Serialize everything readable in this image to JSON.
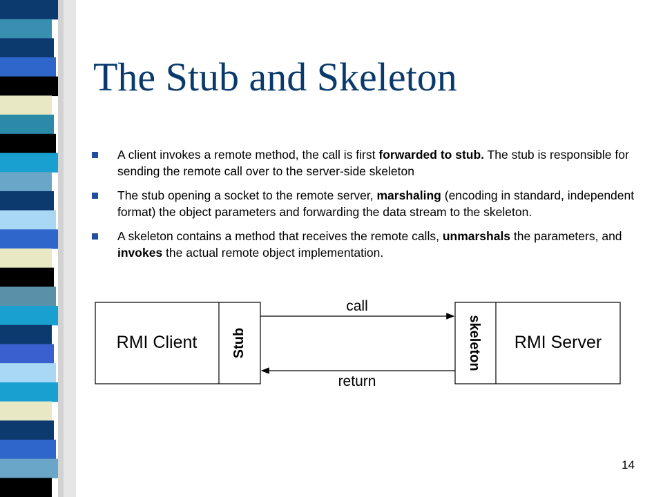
{
  "slide": {
    "title": "The Stub and Skeleton",
    "page_number": "14",
    "accent": "#1f4fa0",
    "title_color": "#0a3a6b"
  },
  "bullets": [
    [
      {
        "t": "A client invokes a remote method, the call is first "
      },
      {
        "t": "forwarded to stub.",
        "b": true
      },
      {
        "t": " The stub is responsible for sending the remote call over to the server-side skeleton"
      }
    ],
    [
      {
        "t": "The stub opening a socket to the remote server, "
      },
      {
        "t": "marshaling",
        "b": true
      },
      {
        "t": " (encoding in standard, independent format) the object parameters and forwarding the data stream to the skeleton."
      }
    ],
    [
      {
        "t": "A skeleton contains a method that receives the remote calls, "
      },
      {
        "t": "unmarshals",
        "b": true
      },
      {
        "t": " the parameters, and "
      },
      {
        "t": "invokes",
        "b": true
      },
      {
        "t": " the actual remote object implementation."
      }
    ]
  ],
  "diagram": {
    "client_label": "RMI Client",
    "stub_label": "Stub",
    "skeleton_label": "skeleton",
    "server_label": "RMI Server",
    "call_label": "call",
    "return_label": "return"
  },
  "stripe_colors": [
    "#0c3a6e",
    "#3a8fb0",
    "#0c3a6e",
    "#2f66cc",
    "#000000",
    "#e8e8c4",
    "#2a8aa8",
    "#000000",
    "#1aa0d0",
    "#6aa6c8",
    "#0c3a6e",
    "#a8d8f4",
    "#2f66cc",
    "#e8e8c4",
    "#000000",
    "#5a90a8",
    "#1aa0d0",
    "#0c3a6e",
    "#3a5fcf",
    "#a8d8f4",
    "#1aa0d0",
    "#e8e8c4",
    "#0c3a6e",
    "#2f66cc",
    "#6aa6c8",
    "#000000"
  ]
}
